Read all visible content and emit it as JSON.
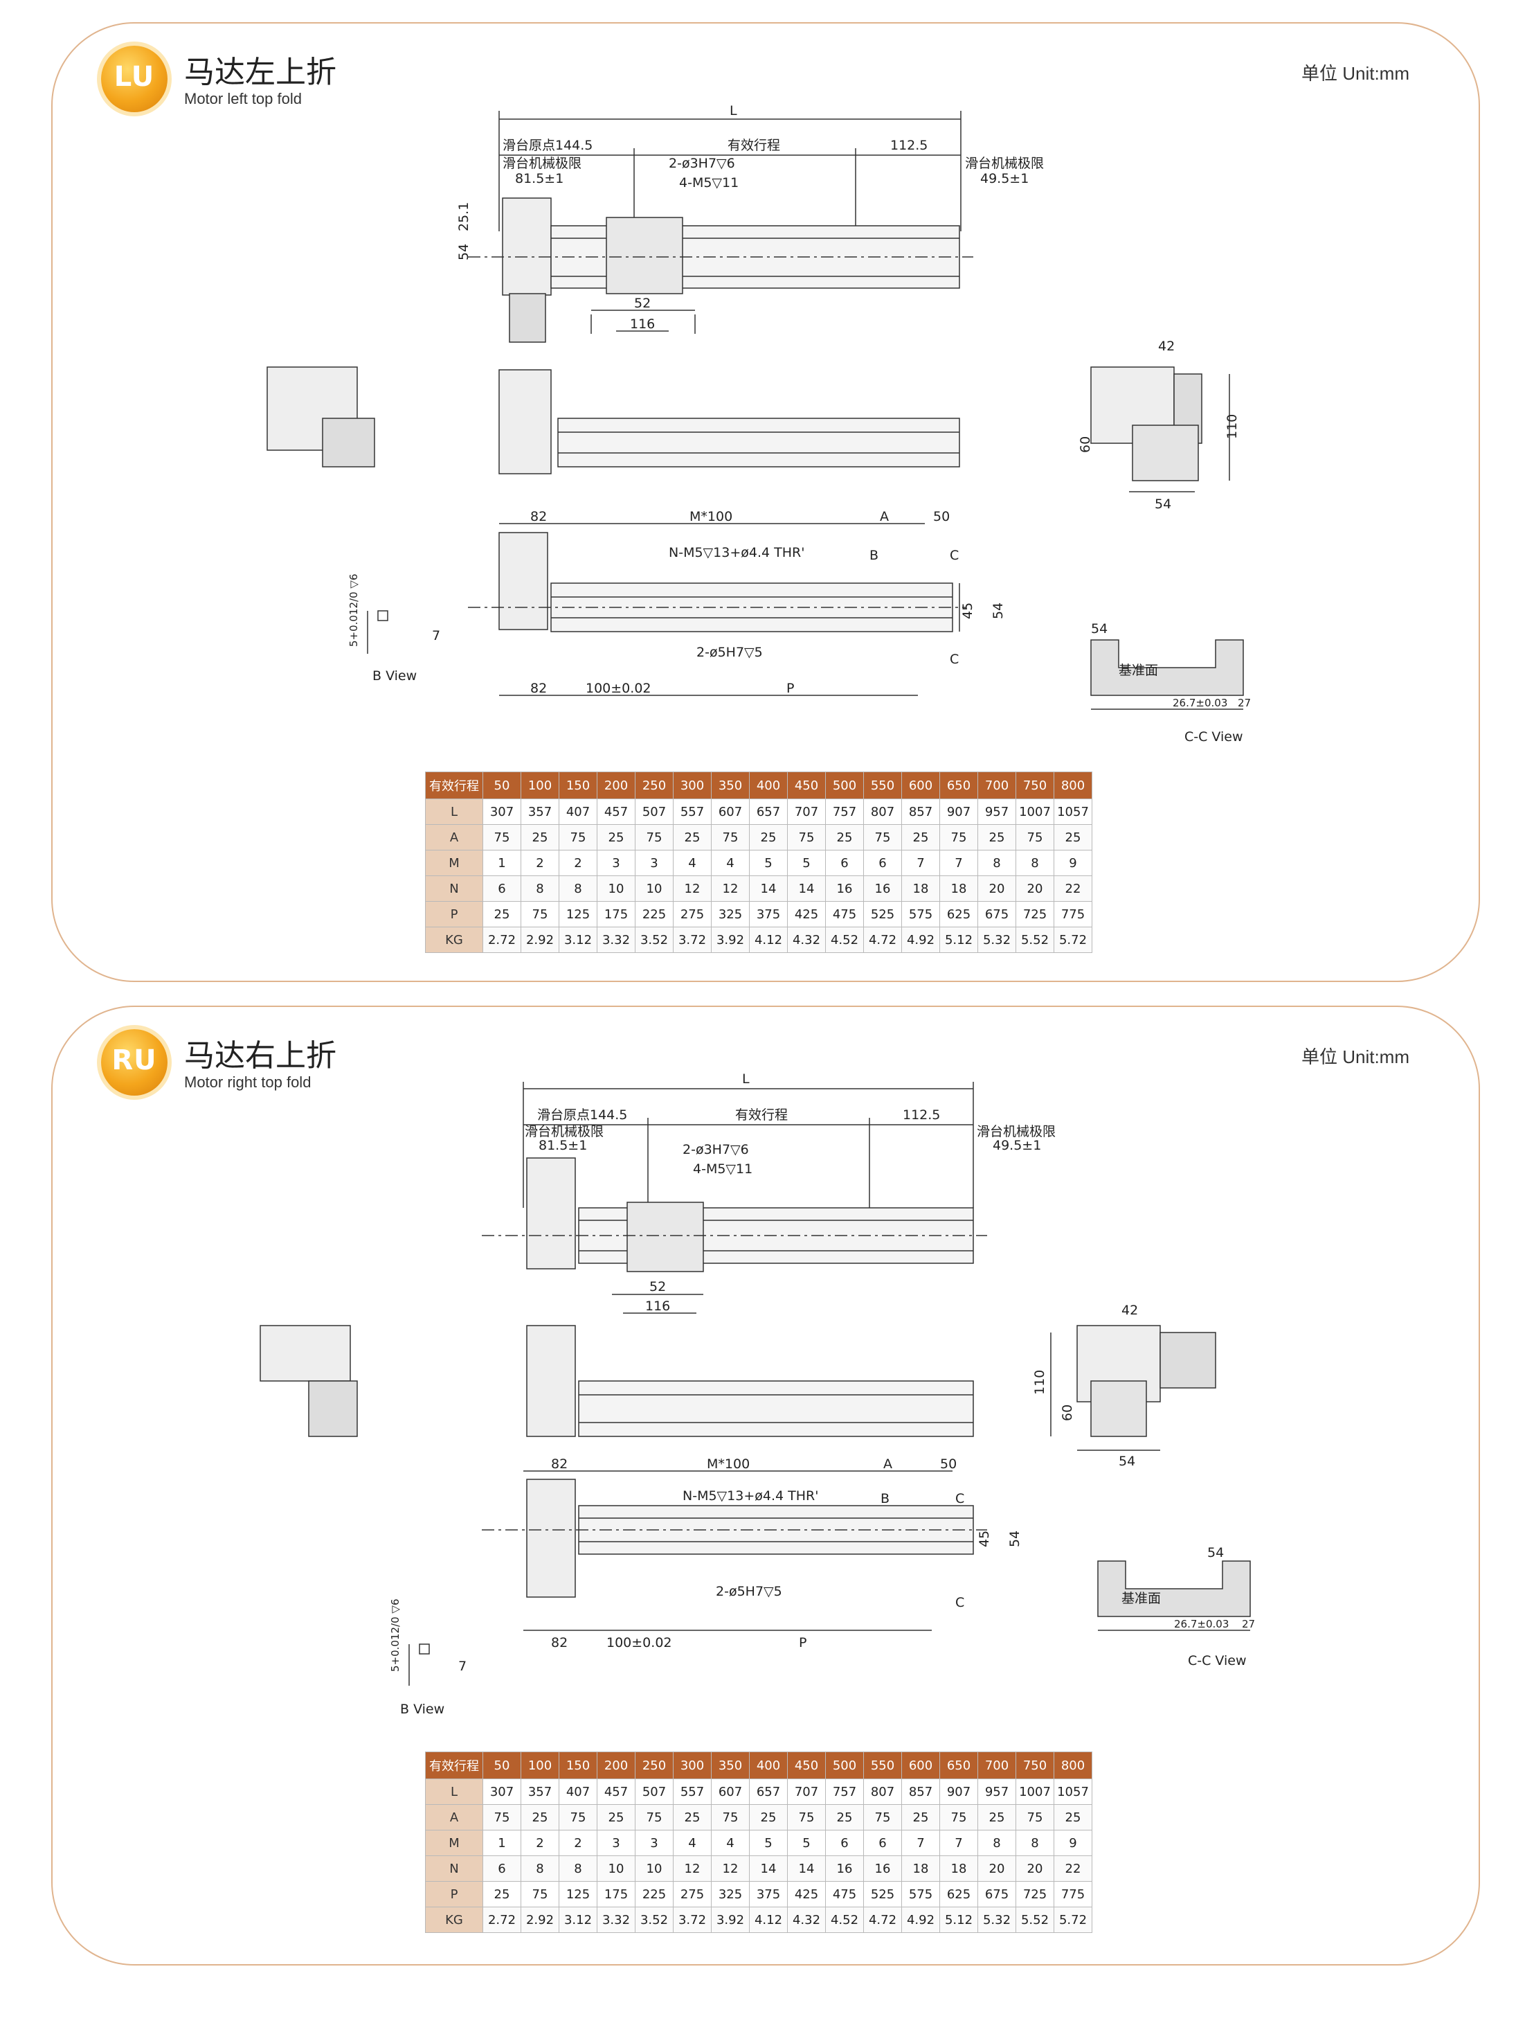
{
  "unit_label": "单位 Unit:mm",
  "table_header_label": "有效行程",
  "strokes": [
    "50",
    "100",
    "150",
    "200",
    "250",
    "300",
    "350",
    "400",
    "450",
    "500",
    "550",
    "600",
    "650",
    "700",
    "750",
    "800"
  ],
  "rows": [
    {
      "label": "L",
      "values": [
        "307",
        "357",
        "407",
        "457",
        "507",
        "557",
        "607",
        "657",
        "707",
        "757",
        "807",
        "857",
        "907",
        "957",
        "1007",
        "1057"
      ]
    },
    {
      "label": "A",
      "values": [
        "75",
        "25",
        "75",
        "25",
        "75",
        "25",
        "75",
        "25",
        "75",
        "25",
        "75",
        "25",
        "75",
        "25",
        "75",
        "25"
      ]
    },
    {
      "label": "M",
      "values": [
        "1",
        "2",
        "2",
        "3",
        "3",
        "4",
        "4",
        "5",
        "5",
        "6",
        "6",
        "7",
        "7",
        "8",
        "8",
        "9"
      ]
    },
    {
      "label": "N",
      "values": [
        "6",
        "8",
        "8",
        "10",
        "10",
        "12",
        "12",
        "14",
        "14",
        "16",
        "16",
        "18",
        "18",
        "20",
        "20",
        "22"
      ]
    },
    {
      "label": "P",
      "values": [
        "25",
        "75",
        "125",
        "175",
        "225",
        "275",
        "325",
        "375",
        "425",
        "475",
        "525",
        "575",
        "625",
        "675",
        "725",
        "775"
      ]
    },
    {
      "label": "KG",
      "values": [
        "2.72",
        "2.92",
        "3.12",
        "3.32",
        "3.52",
        "3.72",
        "3.92",
        "4.12",
        "4.32",
        "4.52",
        "4.72",
        "4.92",
        "5.12",
        "5.32",
        "5.52",
        "5.72"
      ]
    }
  ],
  "dims": {
    "L": "L",
    "origin": "滑台原点144.5",
    "stroke": "有效行程",
    "d112": "112.5",
    "limit_left": "滑台机械极限",
    "limit_left_val": "81.5±1",
    "limit_right": "滑台机械极限",
    "limit_right_val": "49.5±1",
    "pin": "2-ø3H7▽6",
    "screw": "4-M5▽11",
    "d25": "25.1",
    "d54": "54",
    "d52": "52",
    "d116": "116",
    "d42": "42",
    "d110": "110",
    "d60": "60",
    "d82": "82",
    "m100": "M*100",
    "dA": "A",
    "d50": "50",
    "thread": "N-M5▽13+ø4.4  THR'",
    "labelB": "B",
    "labelC": "C",
    "d45": "45",
    "hole5": "2-ø5H7▽5",
    "d100": "100±0.02",
    "dP": "P",
    "bview_tol": "5+0.012/0 ▽6",
    "d7": "7",
    "bview": "B  View",
    "datum": "基准面",
    "d267": "26.7±0.03",
    "d27": "27",
    "ccview": "C-C  View"
  },
  "panels": {
    "lu": {
      "badge": "LU",
      "title_cn": "马达左上折",
      "title_en": "Motor left top fold"
    },
    "ru": {
      "badge": "RU",
      "title_cn": "马达右上折",
      "title_en": "Motor right top fold"
    }
  }
}
